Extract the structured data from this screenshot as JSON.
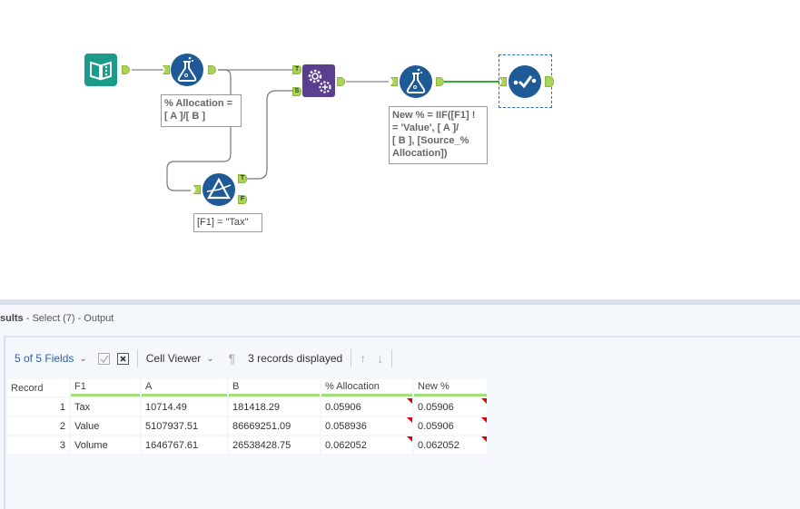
{
  "canvas": {
    "tools": [
      {
        "id": "input",
        "type": "input-data",
        "color": "#1b9b8a"
      },
      {
        "id": "formula1",
        "type": "formula",
        "color": "#1d5a96",
        "annotation": "% Allocation = [ A ]/[ B ]"
      },
      {
        "id": "filter",
        "type": "filter",
        "color": "#1d5a96",
        "annotation": "[F1] = \"Tax\"",
        "outputs": [
          "T",
          "F"
        ]
      },
      {
        "id": "append",
        "type": "append-fields",
        "color": "#5b3f8f",
        "inputs": [
          "T",
          "S"
        ]
      },
      {
        "id": "formula2",
        "type": "formula",
        "color": "#1d5a96",
        "annotation": "New % = IIF([F1] != 'Value', [ A ]/[ B ], [Source_% Allocation])"
      },
      {
        "id": "select",
        "type": "select",
        "color": "#1d5a96",
        "selected": true
      }
    ],
    "annotations": {
      "formula1_l1": "% Allocation =",
      "formula1_l2": "[ A ]/[ B ]",
      "filter": "[F1] = \"Tax\"",
      "formula2_l1": "New % = IIF([F1] !",
      "formula2_l2": "= 'Value', [ A ]/",
      "formula2_l3": "[ B ], [Source_%",
      "formula2_l4": "Allocation])"
    },
    "anchor_labels": {
      "t": "T",
      "f": "F",
      "s": "S"
    }
  },
  "results": {
    "title_bold": "sults",
    "title_rest": " - Select (7) - Output",
    "toolbar": {
      "fields": "5 of 5 Fields",
      "cell_viewer": "Cell Viewer",
      "records": "3 records displayed"
    },
    "table": {
      "headers": [
        "Record",
        "F1",
        "A",
        "B",
        "% Allocation",
        "New %"
      ],
      "rows": [
        [
          "1",
          "Tax",
          "10714.49",
          "181418.29",
          "0.05906",
          "0.05906"
        ],
        [
          "2",
          "Value",
          "5107937.51",
          "86669251.09",
          "0.058936",
          "0.05906"
        ],
        [
          "3",
          "Volume",
          "1646767.61",
          "26538428.75",
          "0.062052",
          "0.062052"
        ]
      ]
    }
  }
}
